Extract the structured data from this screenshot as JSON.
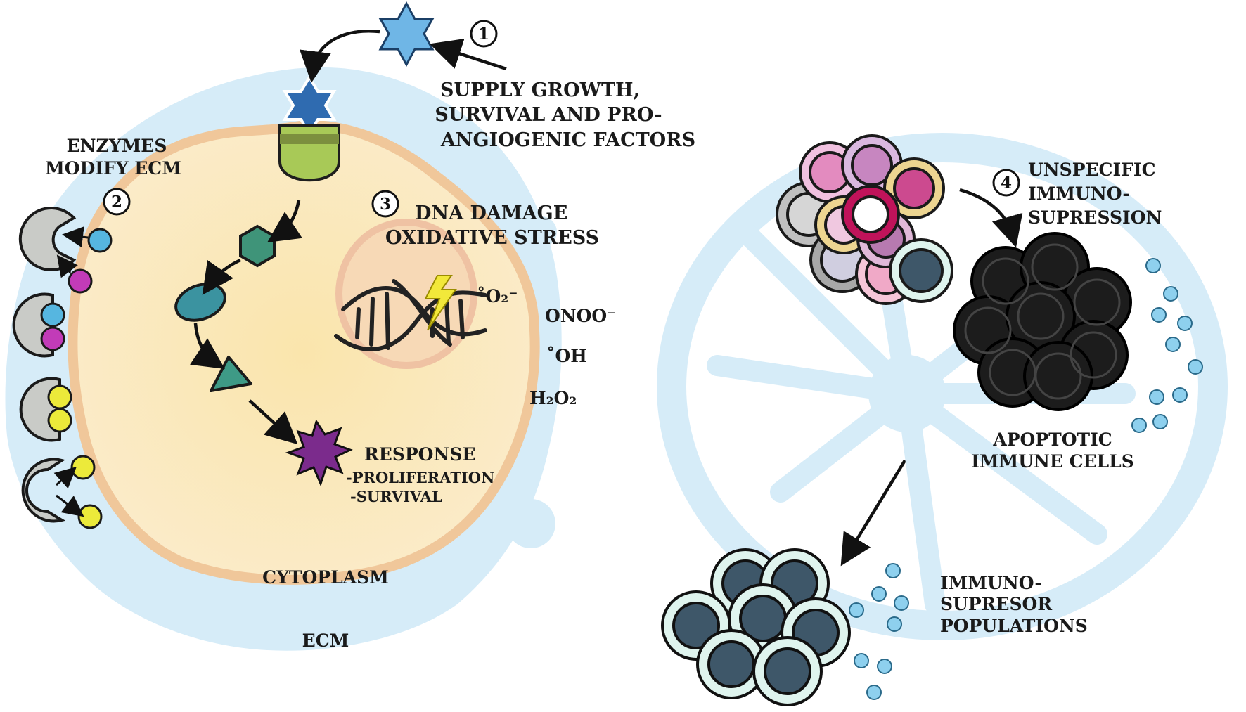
{
  "steps": {
    "s1": "1",
    "s2": "2",
    "s3": "3",
    "s4": "4"
  },
  "labels": {
    "supply_line1": "SUPPLY GROWTH,",
    "supply_line2": "SURVIVAL AND PRO-",
    "supply_line3": "ANGIOGENIC FACTORS",
    "enzymes_line1": "ENZYMES",
    "enzymes_line2": "MODIFY ECM",
    "dna_line1": "DNA DAMAGE",
    "dna_line2": "OXIDATIVE STRESS",
    "response_title": "RESPONSE",
    "response_line1": "-PROLIFERATION",
    "response_line2": "-SURVIVAL",
    "cytoplasm": "CYTOPLASM",
    "ecm": "ECM",
    "ros_superoxide": "˚O₂⁻",
    "ros_peroxynitrite": "ONOO⁻",
    "ros_hydroxyl": "˚OH",
    "ros_peroxide": "H₂O₂",
    "unspecific_line1": "UNSPECIFIC",
    "unspecific_line2": "IMMUNO-",
    "unspecific_line3": "SUPRESSION",
    "apoptotic_line1": "APOPTOTIC",
    "apoptotic_line2": "IMMUNE CELLS",
    "immuno_line1": "IMMUNO-",
    "immuno_line2": "SUPRESOR",
    "immuno_line3": "POPULATIONS"
  },
  "colors": {
    "ecm_blue": "#d6ecf8",
    "cell_fill": "#fbe6b6",
    "cell_border": "#f0c79a",
    "nucleus": "#f3d1b0",
    "star": "#6fb6e6",
    "star_dark": "#2f6bb0",
    "receptor": "#a8c957",
    "hexagon": "#3f9479",
    "ellipse": "#3b93a0",
    "triangle": "#3e9a86",
    "burst": "#7b2b8c",
    "enzyme": "#c9cbc7",
    "ball_blue": "#56b6e0",
    "ball_magenta": "#c23bb8",
    "ball_yellow": "#ecea3a",
    "apoptotic": "#1c1c1c",
    "suppressor": "#3e5769",
    "suppressor_ring": "#dff4ee",
    "cytokine": "#8ed0ee"
  }
}
